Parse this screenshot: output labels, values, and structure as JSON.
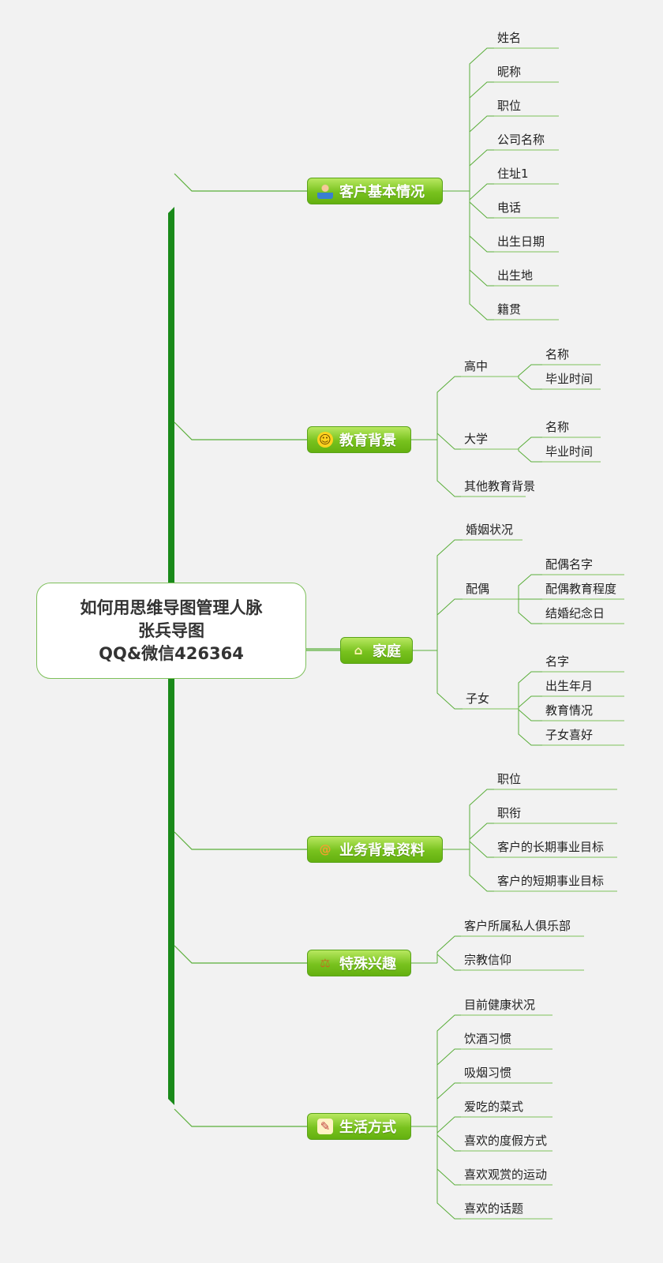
{
  "root": {
    "line1": "如何用思维导图管理人脉",
    "line2": "张兵导图",
    "line3": "QQ&微信426364"
  },
  "colors": {
    "trunk": "#1a8a1a",
    "connector": "#5aae3a",
    "underline": "#7dc25a",
    "branch_fill": "#78c21e"
  },
  "branches": [
    {
      "label": "客户基本情况",
      "icon": "person-icon",
      "children": [
        {
          "label": "姓名"
        },
        {
          "label": "昵称"
        },
        {
          "label": "职位"
        },
        {
          "label": "公司名称"
        },
        {
          "label": "住址1"
        },
        {
          "label": "电话"
        },
        {
          "label": "出生日期"
        },
        {
          "label": "出生地"
        },
        {
          "label": "籍贯"
        }
      ]
    },
    {
      "label": "教育背景",
      "icon": "smiley-icon",
      "children": [
        {
          "label": "高中",
          "children": [
            {
              "label": "名称"
            },
            {
              "label": "毕业时间"
            }
          ]
        },
        {
          "label": "大学",
          "children": [
            {
              "label": "名称"
            },
            {
              "label": "毕业时间"
            }
          ]
        },
        {
          "label": "其他教育背景"
        }
      ]
    },
    {
      "label": "家庭",
      "icon": "house-icon",
      "children": [
        {
          "label": "婚姻状况"
        },
        {
          "label": "配偶",
          "children": [
            {
              "label": "配偶名字"
            },
            {
              "label": "配偶教育程度"
            },
            {
              "label": "结婚纪念日"
            }
          ]
        },
        {
          "label": "子女",
          "children": [
            {
              "label": "名字"
            },
            {
              "label": "出生年月"
            },
            {
              "label": "教育情况"
            },
            {
              "label": "子女喜好"
            }
          ]
        }
      ]
    },
    {
      "label": "业务背景资料",
      "icon": "at-sign-icon",
      "children": [
        {
          "label": "职位"
        },
        {
          "label": "职衔"
        },
        {
          "label": "客户的长期事业目标"
        },
        {
          "label": "客户的短期事业目标"
        }
      ]
    },
    {
      "label": "特殊兴趣",
      "icon": "scales-icon",
      "children": [
        {
          "label": "客户所属私人俱乐部"
        },
        {
          "label": "宗教信仰"
        }
      ]
    },
    {
      "label": "生活方式",
      "icon": "palette-icon",
      "children": [
        {
          "label": "目前健康状况"
        },
        {
          "label": "饮酒习惯"
        },
        {
          "label": "吸烟习惯"
        },
        {
          "label": "爱吃的菜式"
        },
        {
          "label": "喜欢的度假方式"
        },
        {
          "label": "喜欢观赏的运动"
        },
        {
          "label": "喜欢的话题"
        }
      ]
    }
  ]
}
